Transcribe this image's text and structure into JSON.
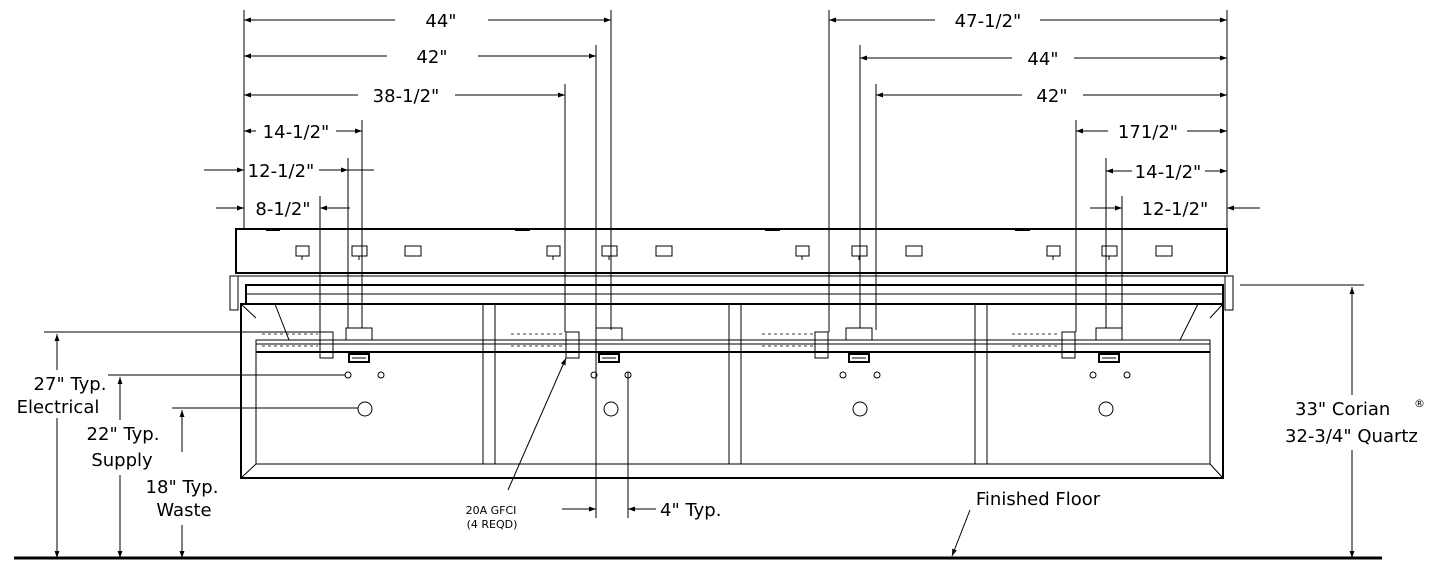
{
  "dimensions": {
    "left_44": "44\"",
    "left_42": "42\"",
    "left_38_5": "38-1/2\"",
    "left_14_5": "14-1/2\"",
    "left_12_5": "12-1/2\"",
    "left_8_5": "8-1/2\"",
    "right_47_5": "47-1/2\"",
    "right_44": "44\"",
    "right_42": "42\"",
    "right_17_5": "171/2\"",
    "right_14_5": "14-1/2\"",
    "right_12_5": "12-1/2\"",
    "typ_4": "4\" Typ."
  },
  "labels": {
    "electrical_1": "27\" Typ.",
    "electrical_2": "Electrical",
    "supply_1": "22\" Typ.",
    "supply_2": "Supply",
    "waste_1": "18\" Typ.",
    "waste_2": "Waste",
    "gfci_1": "20A GFCI",
    "gfci_2": "(4 REQD)",
    "floor": "Finished Floor",
    "height_1": "33\" Corian",
    "height_reg": "®",
    "height_2": "32-3/4\" Quartz"
  }
}
